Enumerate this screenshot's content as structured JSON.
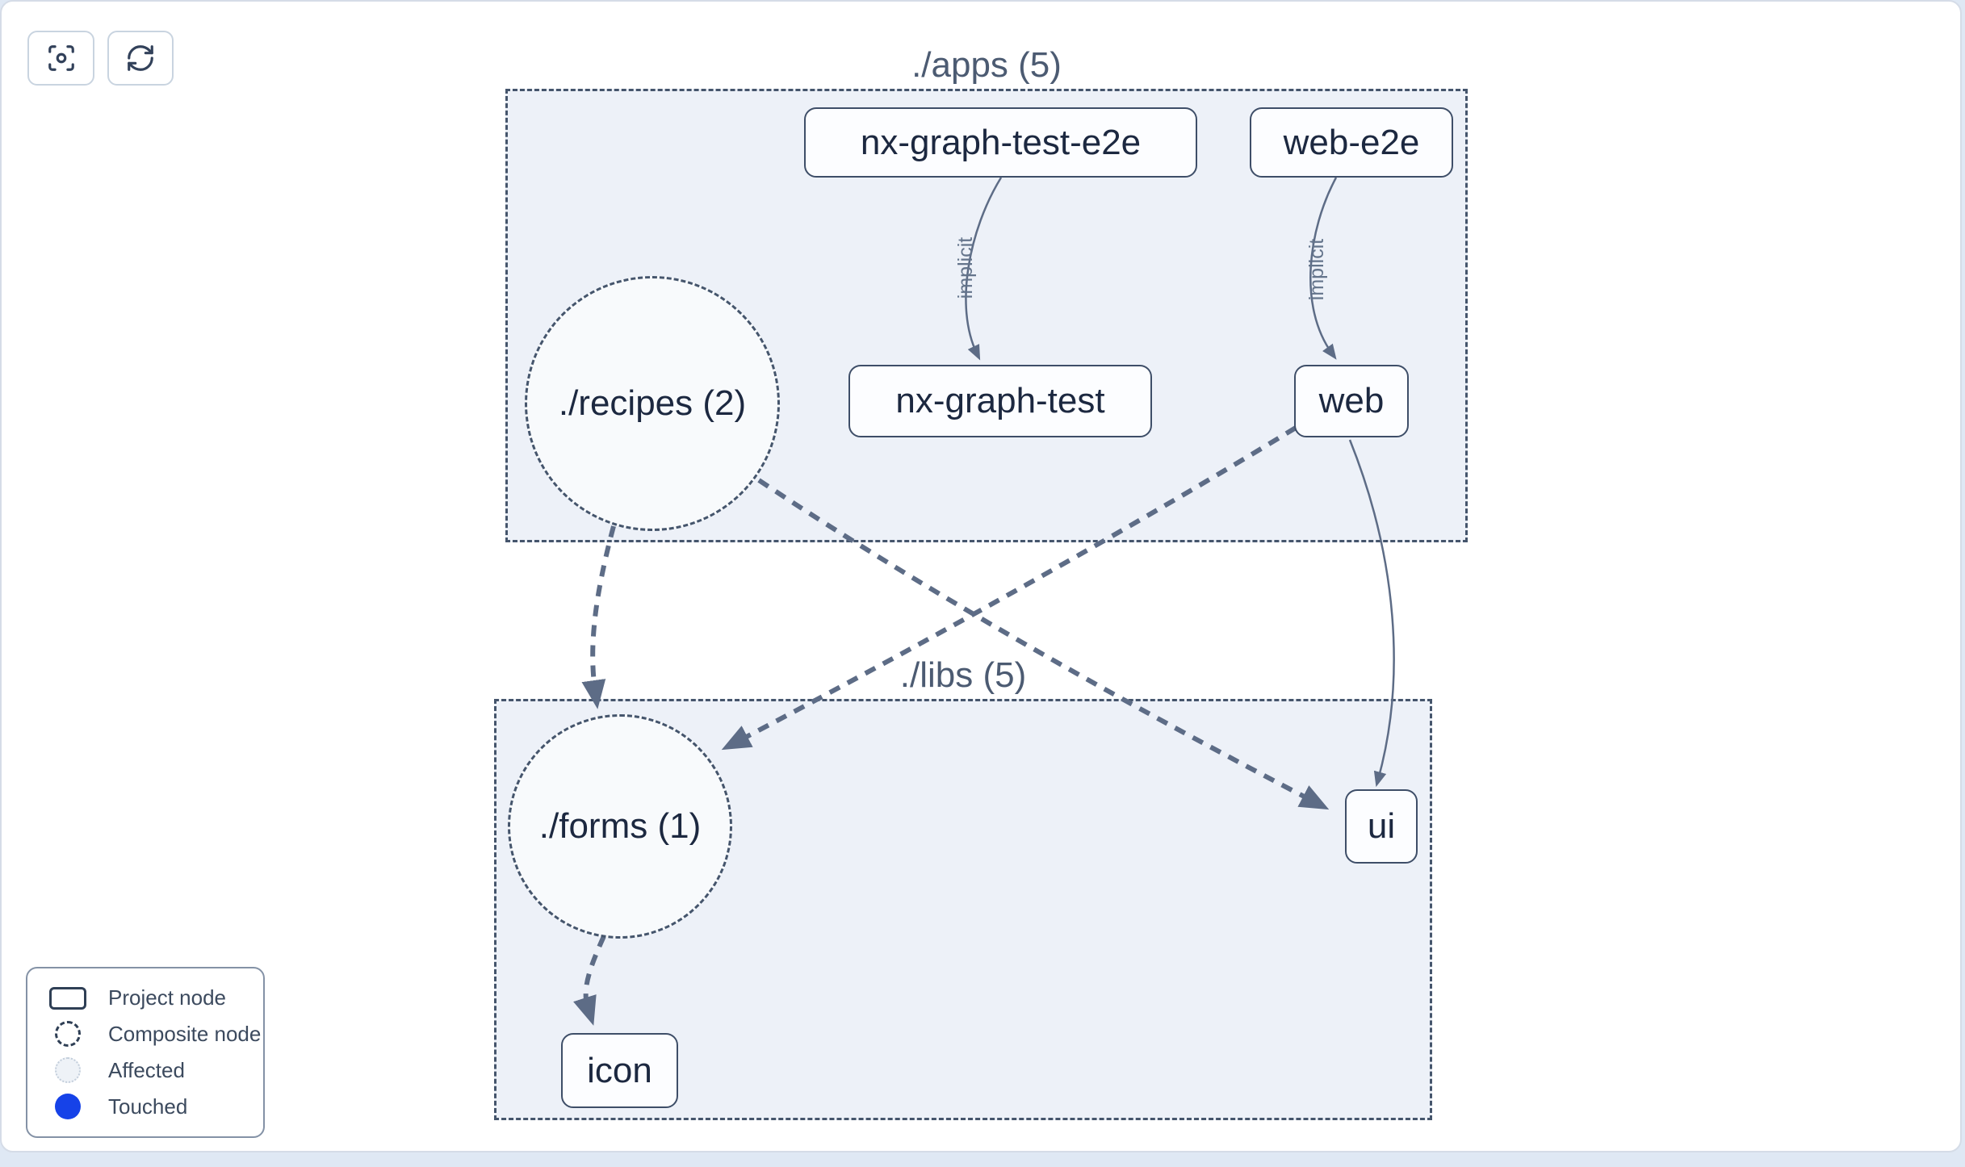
{
  "toolbar": {
    "buttons": [
      {
        "name": "focus",
        "icon": "focus-center-icon"
      },
      {
        "name": "refresh",
        "icon": "refresh-icon"
      }
    ]
  },
  "graph": {
    "groups": [
      {
        "id": "apps",
        "label": "./apps (5)"
      },
      {
        "id": "libs",
        "label": "./libs (5)"
      }
    ],
    "nodes": [
      {
        "id": "nx-graph-test-e2e",
        "label": "nx-graph-test-e2e",
        "type": "project"
      },
      {
        "id": "web-e2e",
        "label": "web-e2e",
        "type": "project"
      },
      {
        "id": "recipes",
        "label": "./recipes (2)",
        "type": "composite"
      },
      {
        "id": "nx-graph-test",
        "label": "nx-graph-test",
        "type": "project"
      },
      {
        "id": "web",
        "label": "web",
        "type": "project"
      },
      {
        "id": "forms",
        "label": "./forms (1)",
        "type": "composite"
      },
      {
        "id": "ui",
        "label": "ui",
        "type": "project"
      },
      {
        "id": "icon",
        "label": "icon",
        "type": "project"
      }
    ],
    "edges": [
      {
        "from": "nx-graph-test-e2e",
        "to": "nx-graph-test",
        "label": "implicit",
        "style": "solid"
      },
      {
        "from": "web-e2e",
        "to": "web",
        "label": "implicit",
        "style": "solid"
      },
      {
        "from": "recipes",
        "to": "forms",
        "label": "",
        "style": "dashed"
      },
      {
        "from": "recipes",
        "to": "ui",
        "label": "",
        "style": "dashed"
      },
      {
        "from": "web",
        "to": "forms",
        "label": "",
        "style": "dashed"
      },
      {
        "from": "web",
        "to": "ui",
        "label": "",
        "style": "solid"
      },
      {
        "from": "forms",
        "to": "icon",
        "label": "",
        "style": "dashed"
      }
    ]
  },
  "legend": {
    "items": [
      {
        "label": "Project node",
        "swatch": "project-node-outline"
      },
      {
        "label": "Composite node",
        "swatch": "dashed-circle-outline"
      },
      {
        "label": "Affected",
        "swatch": "affected-light-circle"
      },
      {
        "label": "Touched",
        "swatch": "touched-blue-circle"
      }
    ]
  },
  "colors": {
    "touched_blue": "#1642e8",
    "edge_slate": "#5d6c86",
    "group_fill": "#edf1f8",
    "node_border": "#3e4e68",
    "group_border": "#45556c",
    "node_text": "#1c2840",
    "affected_fill": "#eef2f7"
  }
}
